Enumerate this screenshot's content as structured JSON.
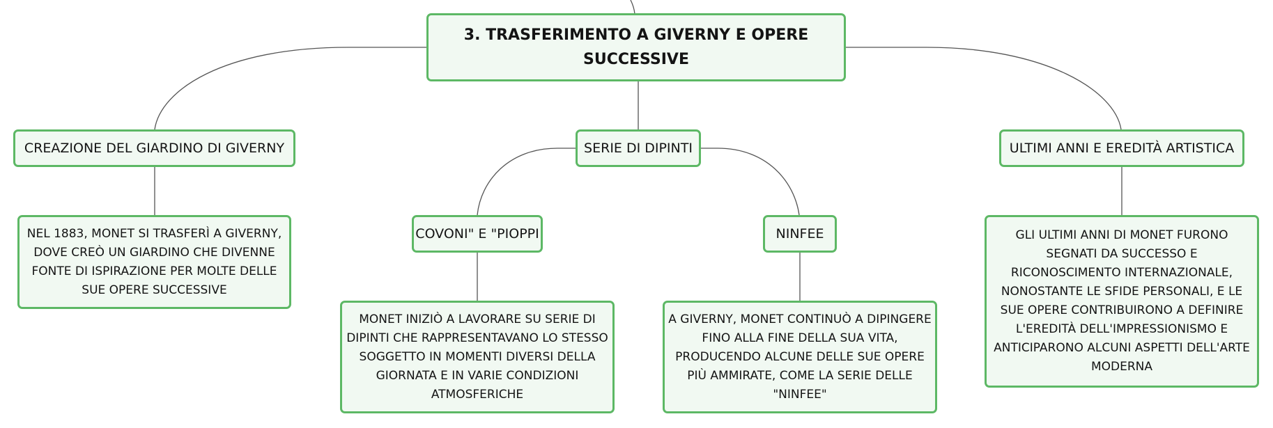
{
  "mindmap": {
    "colors": {
      "border": "#5db865",
      "fill": "#f1f9f2",
      "connector": "#555555"
    },
    "root": {
      "label": "3. TRASFERIMENTO A GIVERNY E OPERE SUCCESSIVE"
    },
    "branches": {
      "giardino": {
        "label": "CREAZIONE DEL GIARDINO DI GIVERNY",
        "detail": "NEL 1883, MONET SI TRASFERÌ A GIVERNY, DOVE CREÒ UN GIARDINO CHE DIVENNE FONTE DI ISPIRAZIONE PER MOLTE DELLE SUE OPERE SUCCESSIVE"
      },
      "serie": {
        "label": "SERIE DI DIPINTI",
        "covoni": {
          "label": "COVONI\" E \"PIOPPI",
          "detail": "MONET INIZIÒ A LAVORARE SU SERIE DI DIPINTI CHE RAPPRESENTAVANO LO STESSO SOGGETTO IN MOMENTI DIVERSI DELLA GIORNATA E IN VARIE CONDIZIONI ATMOSFERICHE"
        },
        "ninfee": {
          "label": "NINFEE",
          "detail": "A GIVERNY, MONET CONTINUÒ A DIPINGERE FINO ALLA FINE DELLA SUA VITA, PRODUCENDO ALCUNE DELLE SUE OPERE PIÙ AMMIRATE, COME LA SERIE DELLE \"NINFEE\""
        }
      },
      "ultimi": {
        "label": "ULTIMI ANNI E EREDITÀ ARTISTICA",
        "detail": "GLI ULTIMI ANNI DI MONET FURONO SEGNATI DA SUCCESSO E RICONOSCIMENTO INTERNAZIONALE, NONOSTANTE LE SFIDE PERSONALI, E LE SUE OPERE CONTRIBUIRONO A DEFINIRE L'EREDITÀ DELL'IMPRESSIONISMO E ANTICIPARONO ALCUNI ASPETTI DELL'ARTE MODERNA"
      }
    }
  }
}
